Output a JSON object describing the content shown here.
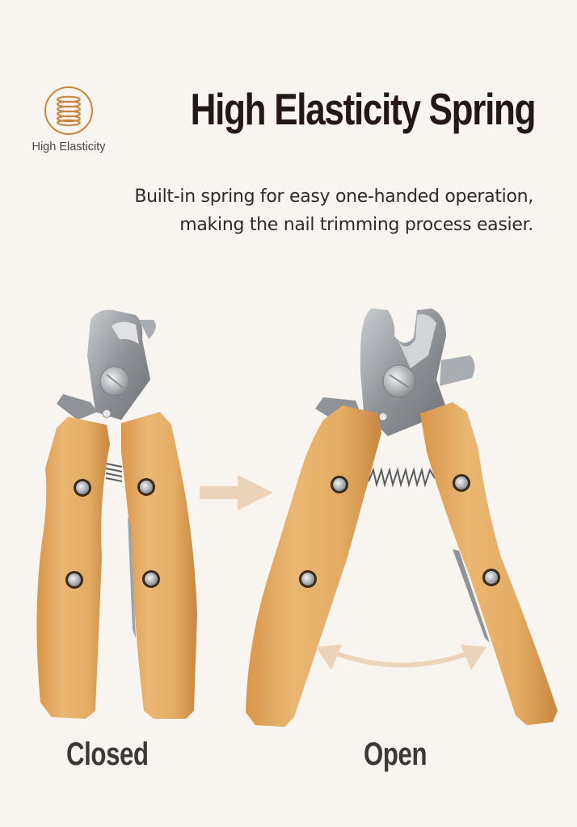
{
  "badge": {
    "icon": "spring-coil-icon",
    "label": "High Elasticity",
    "icon_color": "#c98540"
  },
  "header": {
    "title": "High Elasticity Spring",
    "subtitle_lines": [
      "Built-in spring for easy one-handed operation,",
      "making the nail trimming process easier."
    ]
  },
  "illustration": {
    "arrow_color": "#ebd4b9",
    "states": [
      {
        "id": "closed",
        "caption": "Closed"
      },
      {
        "id": "open",
        "caption": "Open"
      }
    ]
  },
  "colors": {
    "background": "#f8f5f0",
    "title": "#231815",
    "caption": "#3e3835",
    "wood": "#e3ad62",
    "steel": "#9a9ea3"
  }
}
